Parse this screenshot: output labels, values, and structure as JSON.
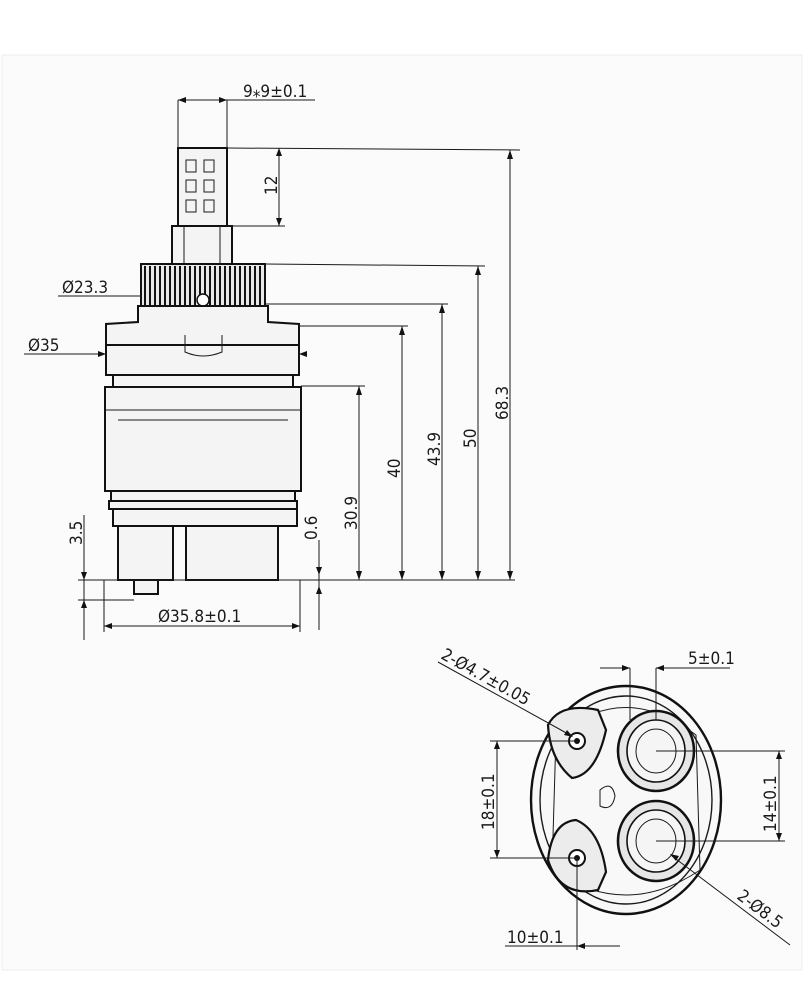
{
  "side_view": {
    "dims": {
      "stem_square": "9⁎9±0.1",
      "stem_height": "12",
      "spline_dia": "Ø23.3",
      "body_dia": "Ø35",
      "base_dia": "Ø35.8±0.1",
      "pin_height": "3.5",
      "gap": "0.6",
      "h_30_9": "30.9",
      "h_40": "40",
      "h_43_9": "43.9",
      "h_50": "50",
      "h_68_3": "68.3"
    }
  },
  "bottom_view": {
    "dims": {
      "pin_holes": "2-Ø4.7±0.05",
      "port_offset": "5±0.1",
      "pin_spacing": "18±0.1",
      "port_spacing": "14±0.1",
      "pin_offset": "10±0.1",
      "ports": "2-Ø8.5"
    }
  }
}
